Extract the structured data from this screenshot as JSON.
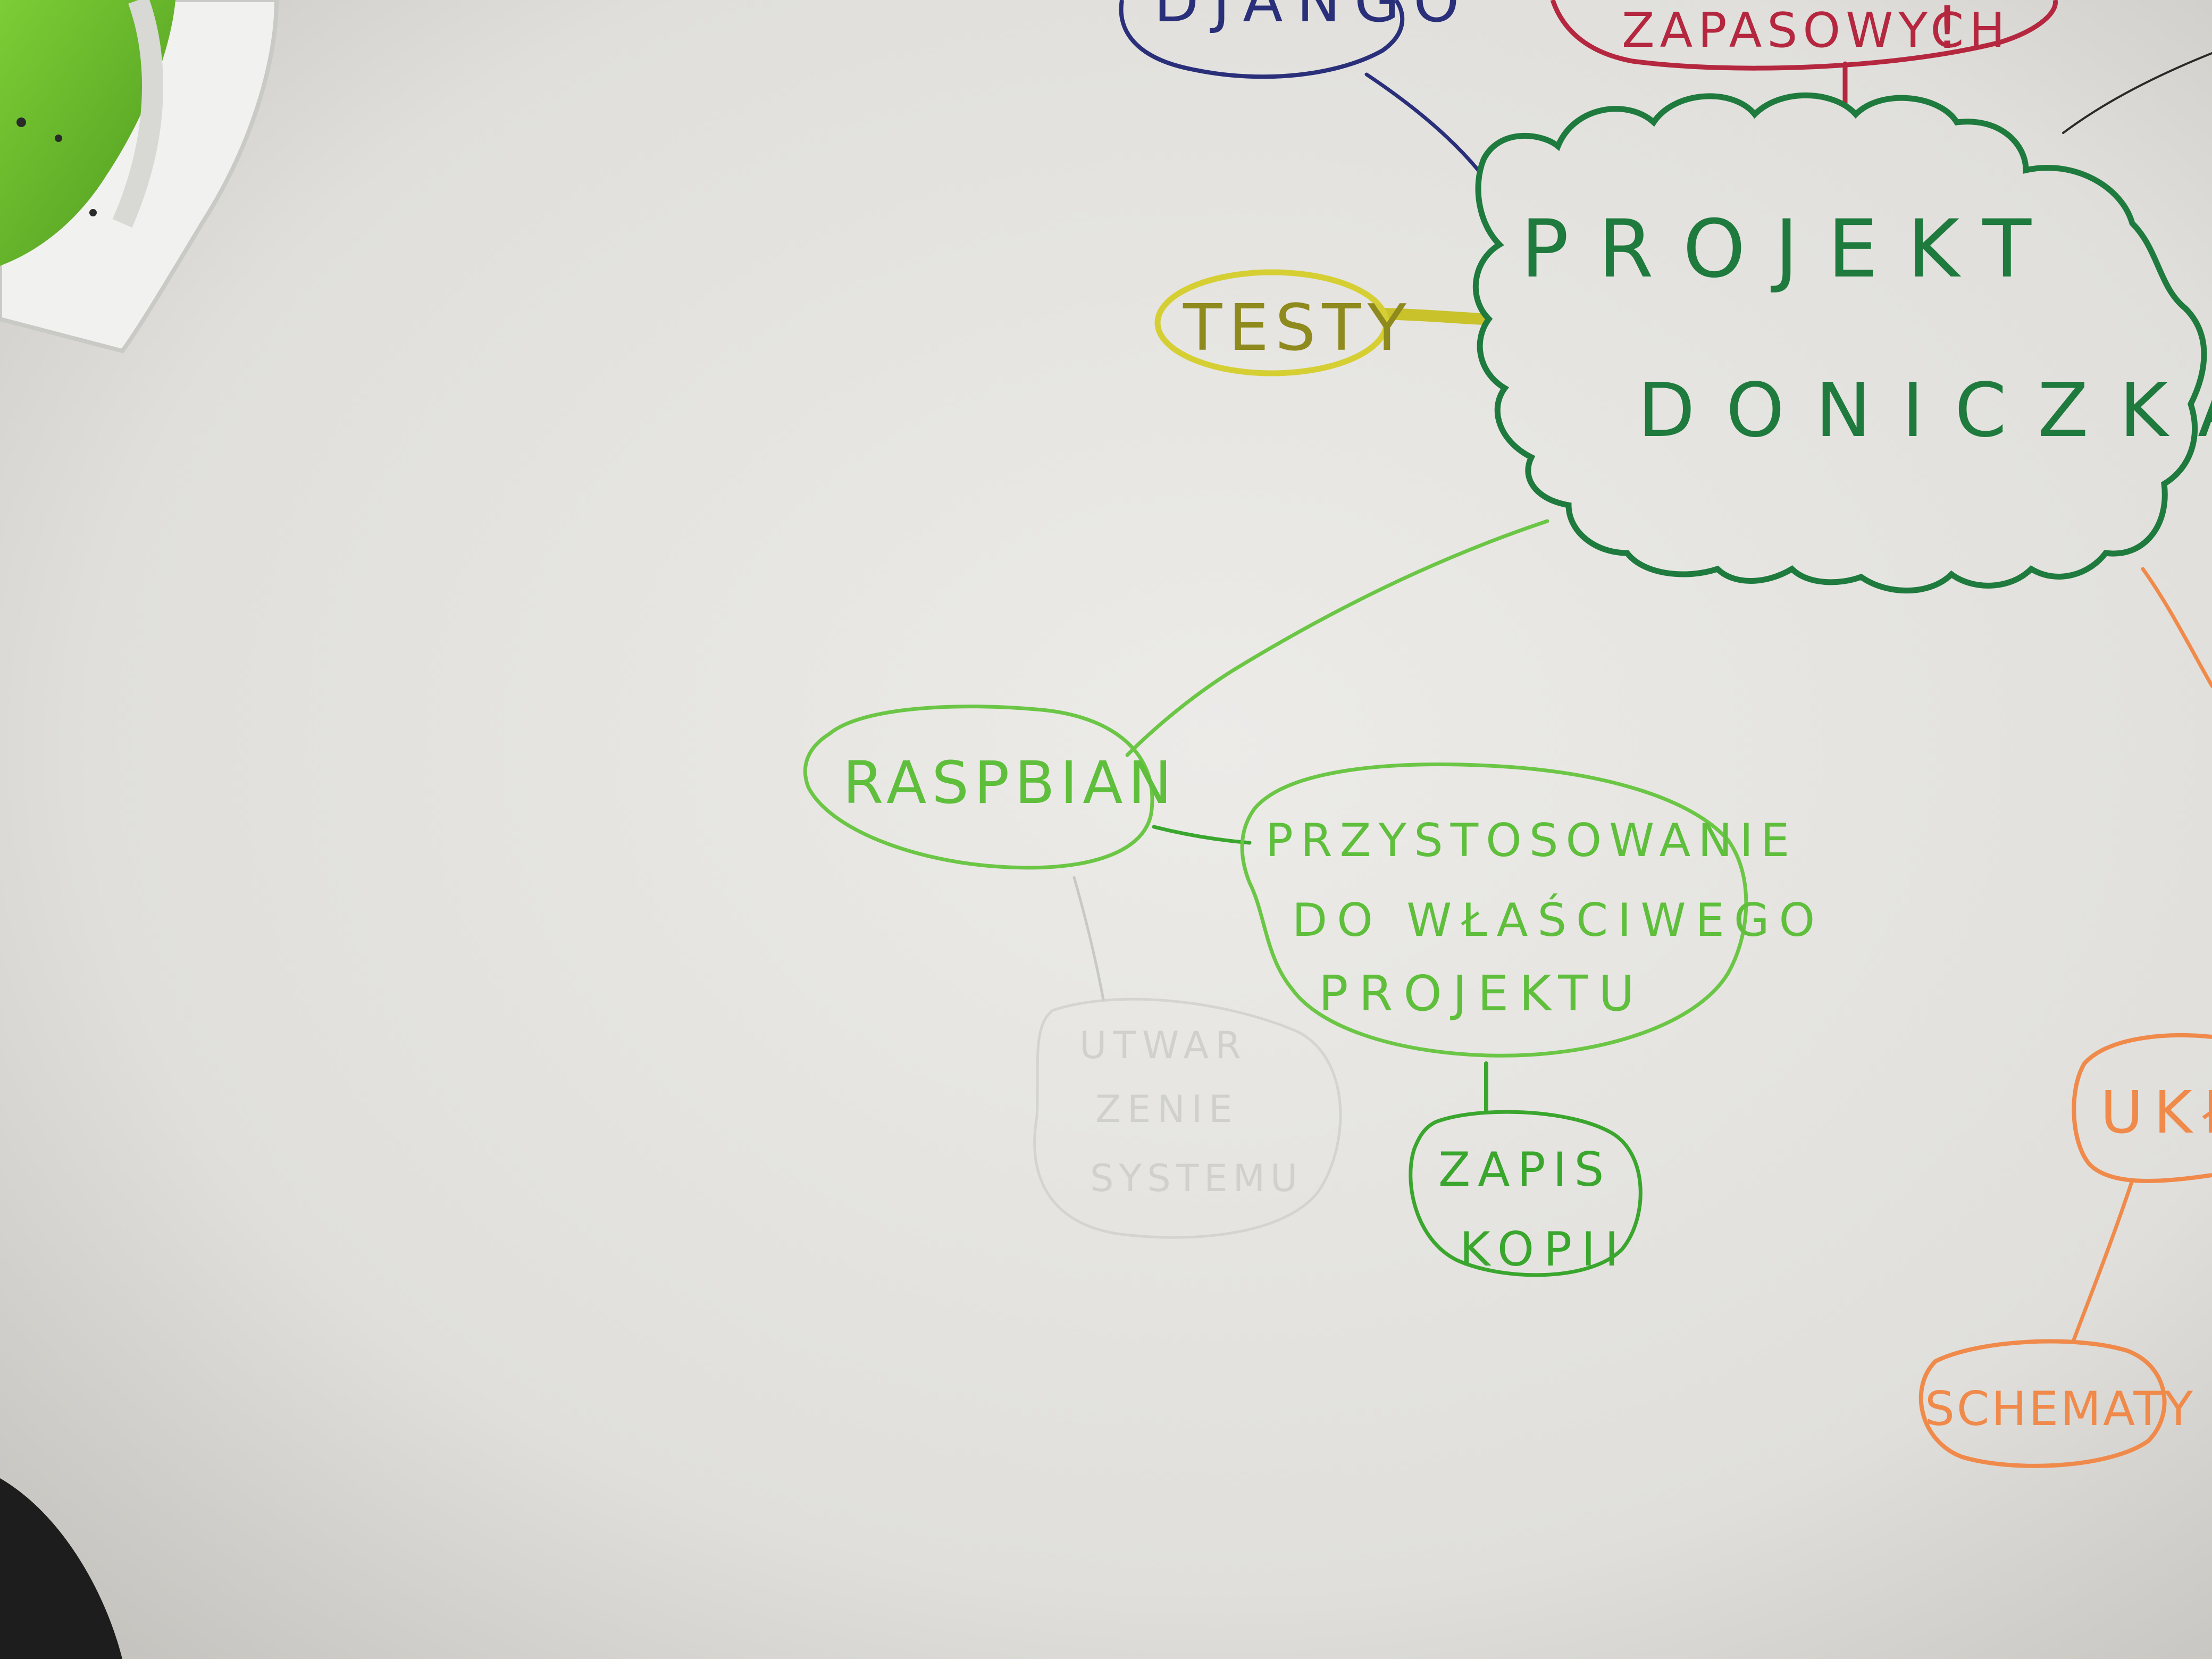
{
  "mind_map": {
    "center": {
      "line1": "PROJEKT",
      "line2": "DONICZKA",
      "color": "#1f7a3e"
    },
    "nodes": {
      "django": {
        "text": "DJANGO",
        "color": "#2a2f7a"
      },
      "zapasowych": {
        "text": "ZAPASOWYCH",
        "color": "#b5273f",
        "mark": "!"
      },
      "testy": {
        "text": "TESTY",
        "color": "#c9c22a"
      },
      "raspbian": {
        "text": "RASPBIAN",
        "color": "#5fbf3c"
      },
      "przystosowanie": {
        "line1": "PRZYSTOSOWANIE",
        "line2": "DO WŁAŚCIWEGO",
        "line3": "PROJEKTU",
        "color": "#5fbf3c"
      },
      "zapis_kopii": {
        "line1": "ZAPIS",
        "line2": "KOPII",
        "color": "#3aa62e"
      },
      "faded_node": {
        "line1": "UTWAR",
        "line2": "ZENIE",
        "line3": "SYSTEMU",
        "color": "#c8c8c4"
      },
      "ukl": {
        "text": "UKŁ",
        "color": "#f08a4b"
      },
      "schematy": {
        "text": "SCHEMATY",
        "color": "#f08a4b"
      }
    }
  },
  "background": {
    "paper": "#e4e2de",
    "shadow": "#b9b7b2"
  },
  "objects": {
    "tape_dispenser": {
      "icon": "green-tape-dispenser-icon",
      "color": "#62b52a"
    }
  }
}
